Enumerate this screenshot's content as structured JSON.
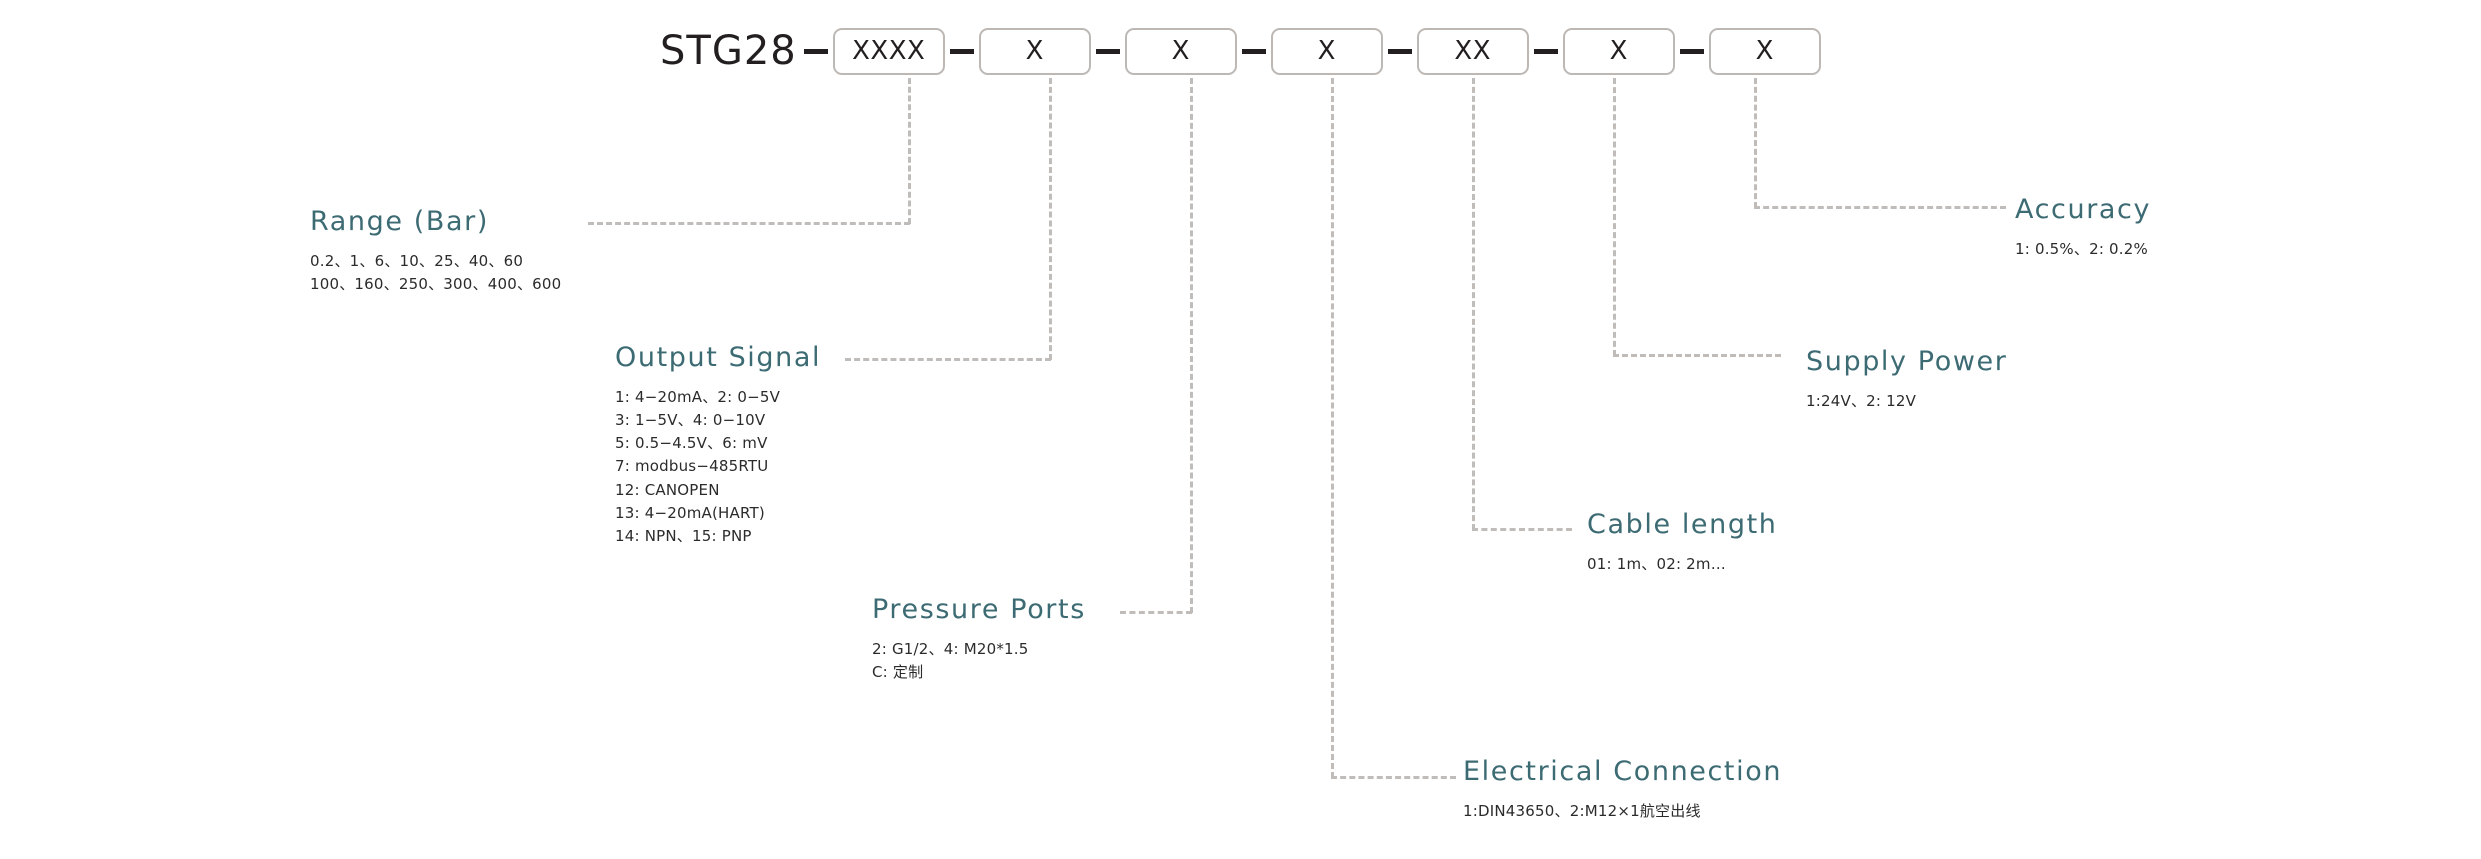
{
  "diagram": {
    "title": "STG28 part number configuration",
    "accent_color": "#3d6b73",
    "text_color": "#231f20",
    "line_color": "#bfbcba",
    "box_border_color": "#bdb8b4"
  },
  "code": {
    "prefix": "STG28",
    "separator": "—",
    "segments": [
      {
        "id": "range",
        "placeholder": "XXXX"
      },
      {
        "id": "output-signal",
        "placeholder": "X"
      },
      {
        "id": "pressure-ports",
        "placeholder": "X"
      },
      {
        "id": "electrical-connection",
        "placeholder": "X"
      },
      {
        "id": "cable-length",
        "placeholder": "XX"
      },
      {
        "id": "supply-power",
        "placeholder": "X"
      },
      {
        "id": "accuracy",
        "placeholder": "X"
      }
    ]
  },
  "callouts": {
    "range": {
      "title": "Range (Bar)",
      "body": "0.2、1、6、10、25、40、60\n100、160、250、300、400、600"
    },
    "output_signal": {
      "title": "Output Signal",
      "body": "1: 4−20mA、2: 0−5V\n3: 1−5V、4: 0−10V\n5: 0.5−4.5V、6: mV\n7: modbus−485RTU\n12: CANOPEN\n13: 4−20mA(HART)\n14: NPN、15: PNP"
    },
    "pressure_ports": {
      "title": "Pressure Ports",
      "body": "2: G1/2、4: M20*1.5\nC: 定制"
    },
    "electrical_connection": {
      "title": "Electrical Connection",
      "body": "1:DIN43650、2:M12×1航空出线"
    },
    "cable_length": {
      "title": "Cable length",
      "body": "01: 1m、02: 2m…"
    },
    "supply_power": {
      "title": "Supply Power",
      "body": "1:24V、2: 12V"
    },
    "accuracy": {
      "title": "Accuracy",
      "body": "1: 0.5%、2: 0.2%"
    }
  }
}
